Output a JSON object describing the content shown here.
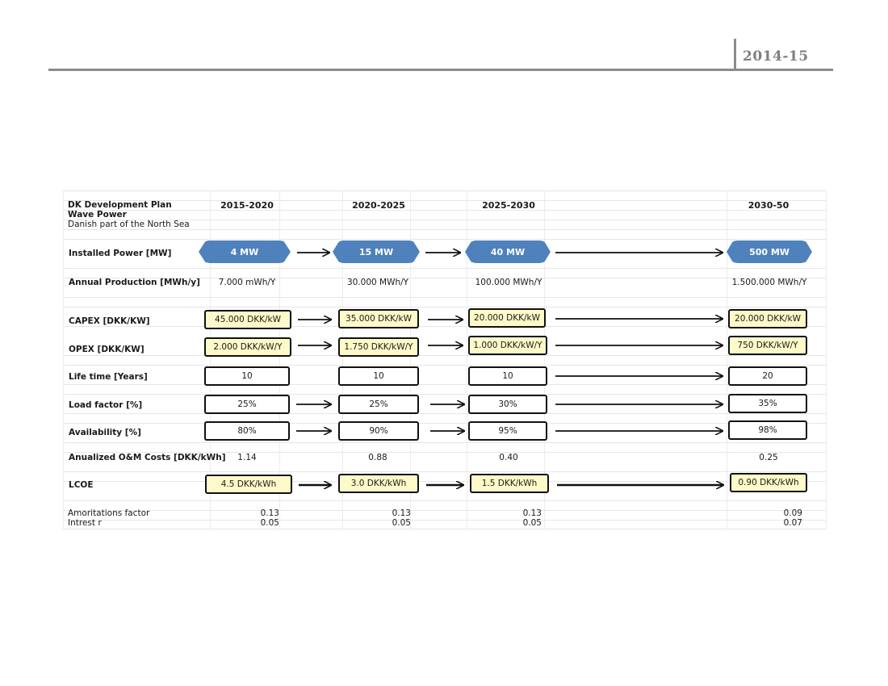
{
  "header": {
    "year": "2014-15"
  },
  "plan": {
    "title": "DK Development Plan",
    "subtitle": "Wave Power",
    "region": "Danish part of the North Sea"
  },
  "periods": [
    "2015-2020",
    "2020-2025",
    "2025-2030",
    "2030-50"
  ],
  "rows": {
    "installed_power": {
      "label": "Installed Power [MW]",
      "values": [
        "4 MW",
        "15 MW",
        "40 MW",
        "500 MW"
      ]
    },
    "annual_production": {
      "label": "Annual Production [MWh/y]",
      "values": [
        "7.000 mWh/Y",
        "30.000 MWh/Y",
        "100.000 MWh/Y",
        "1.500.000 MWh/Y"
      ]
    },
    "capex": {
      "label": "CAPEX [DKK/KW]",
      "values": [
        "45.000 DKK/kW",
        "35.000 DKK/kW",
        "20.000 DKK/kW",
        "20.000 DKK/kW"
      ]
    },
    "opex": {
      "label": "OPEX [DKK/KW]",
      "values": [
        "2.000 DKK/kW/Y",
        "1.750 DKK/kW/Y",
        "1.000 DKK/kW/Y",
        "750 DKK/kW/Y"
      ]
    },
    "life_time": {
      "label": "Life time [Years]",
      "values": [
        "10",
        "10",
        "10",
        "20"
      ]
    },
    "load_factor": {
      "label": "Load factor [%]",
      "values": [
        "25%",
        "25%",
        "30%",
        "35%"
      ]
    },
    "availability": {
      "label": "Availability [%]",
      "values": [
        "80%",
        "90%",
        "95%",
        "98%"
      ]
    },
    "om_costs": {
      "label": "Anualized O&M Costs [DKK/kWh]",
      "values": [
        "1.14",
        "0.88",
        "0.40",
        "0.25"
      ]
    },
    "lcoe": {
      "label": "LCOE",
      "values": [
        "4.5 DKK/kWh",
        "3.0 DKK/kWh",
        "1.5 DKK/kWh",
        "0.90 DKK/kWh"
      ]
    },
    "amortization": {
      "label": "Amoritations factor",
      "values": [
        "0.13",
        "0.13",
        "0.13",
        "0.09"
      ]
    },
    "interest": {
      "label": "Intrest r",
      "values": [
        "0.05",
        "0.05",
        "0.05",
        "0.07"
      ]
    }
  }
}
